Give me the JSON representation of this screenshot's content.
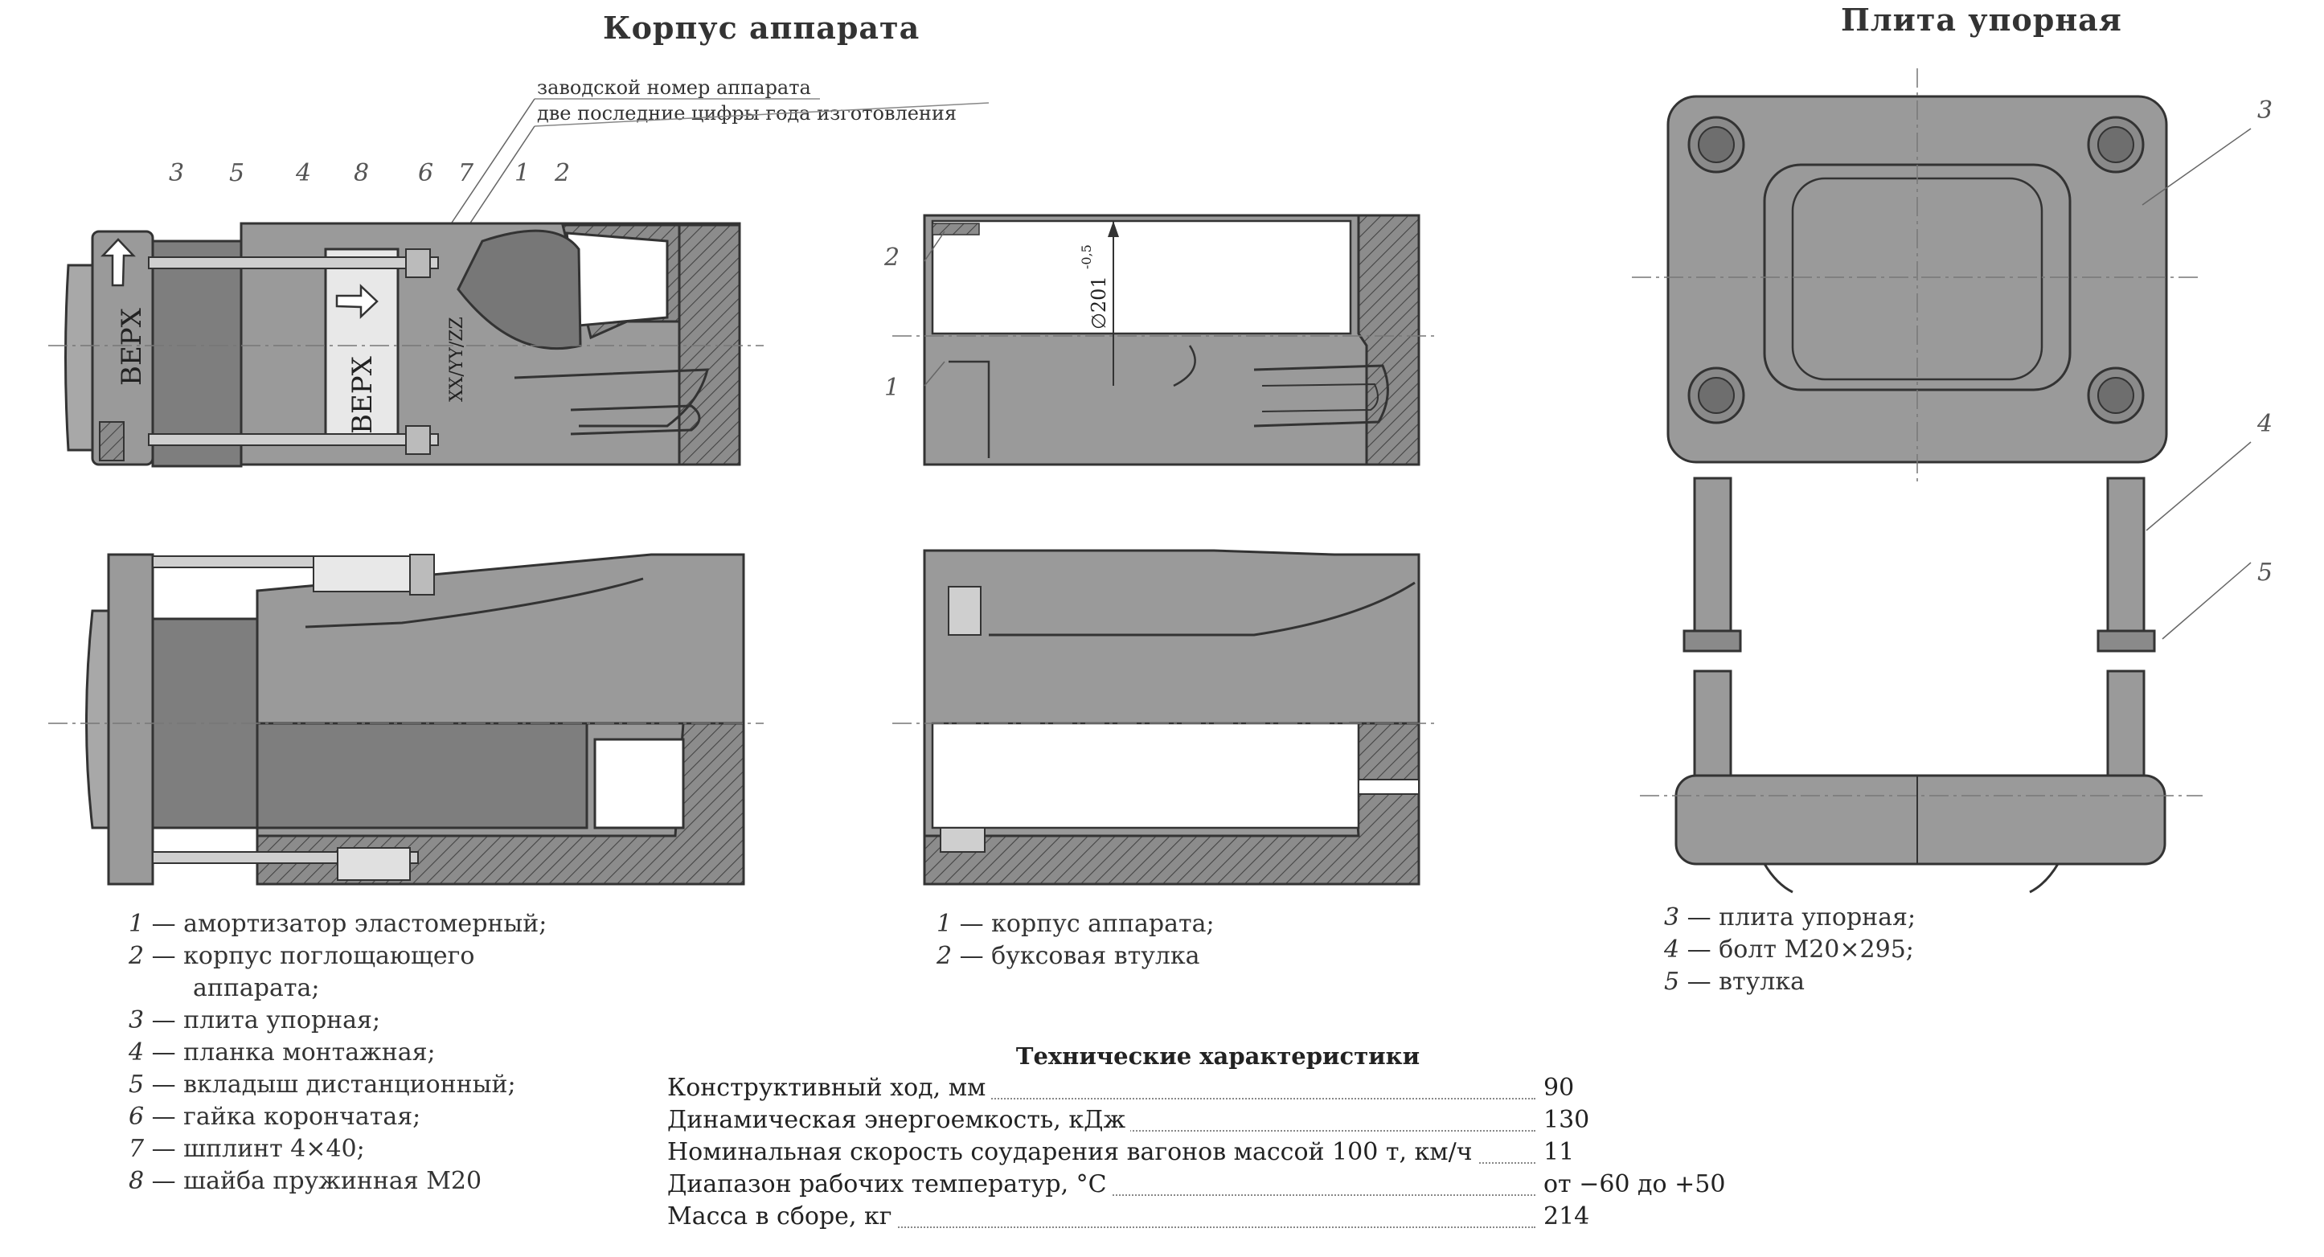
{
  "titles": {
    "housing": "Корпус аппарата",
    "plate": "Плита упорная"
  },
  "notes": {
    "serial": "заводской номер аппарата",
    "year": "две последние цифры года изготовления"
  },
  "callouts": {
    "left_top": [
      "3",
      "5",
      "4",
      "8",
      "6",
      "7",
      "1",
      "2"
    ],
    "mid_top": [
      "2",
      "1"
    ],
    "right": [
      "3",
      "4",
      "5"
    ]
  },
  "drawing_text": {
    "verh": "ВЕРХ",
    "marking": "XX/YY/ZZ",
    "dimension": "∅201",
    "tolerance": "-0,5"
  },
  "legend_left": [
    {
      "num": "1",
      "text": "амортизатор эластомерный;"
    },
    {
      "num": "2",
      "text": "корпус поглощающего"
    },
    {
      "num": "",
      "text": "аппарата;"
    },
    {
      "num": "3",
      "text": "плита упорная;"
    },
    {
      "num": "4",
      "text": "планка монтажная;"
    },
    {
      "num": "5",
      "text": "вкладыш дистанционный;"
    },
    {
      "num": "6",
      "text": "гайка корончатая;"
    },
    {
      "num": "7",
      "text": "шплинт 4×40;"
    },
    {
      "num": "8",
      "text": "шайба пружинная М20"
    }
  ],
  "legend_mid": [
    {
      "num": "1",
      "text": "корпус аппарата;"
    },
    {
      "num": "2",
      "text": "буксовая втулка"
    }
  ],
  "legend_right": [
    {
      "num": "3",
      "text": "плита упорная;"
    },
    {
      "num": "4",
      "text": "болт М20×295;"
    },
    {
      "num": "5",
      "text": "втулка"
    }
  ],
  "specs": {
    "title": "Технические характеристики",
    "rows": [
      {
        "label": "Конструктивный ход, мм",
        "value": "90"
      },
      {
        "label": "Динамическая энергоемкость, кДж",
        "value": "130"
      },
      {
        "label": "Номинальная скорость соударения вагонов массой 100 т, км/ч",
        "value": "11"
      },
      {
        "label": "Диапазон рабочих температур, °С",
        "value": "от −60 до +50"
      },
      {
        "label": "Масса в сборе, кг",
        "value": "214"
      }
    ]
  },
  "colors": {
    "body_fill": "#9a9a9a",
    "dark_fill": "#7a7a7a",
    "light_fill": "#d8d8d8",
    "outline": "#3a3a3a",
    "hatch": "#444444"
  }
}
